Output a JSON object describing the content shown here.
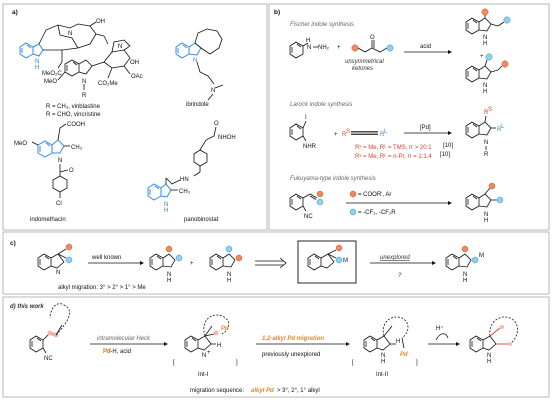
{
  "panels": {
    "a": {
      "label": "a)",
      "vinca_caption_1": "R = CH₃, vinblastine",
      "vinca_caption_2": "R = CHO, vincristine",
      "ibrindole": "ibrindole",
      "indomethacin": "indomethacin",
      "panobinostat": "panobinostat",
      "atoms": {
        "oh": "OH",
        "meo2c": "MeO₂C",
        "meo": "MeO",
        "n_r": "N",
        "r": "R",
        "co2me": "CO₂Me",
        "oac": "OAc",
        "oh2": "OH",
        "cooh": "COOH",
        "ch3": "CH₃",
        "cl": "Cl",
        "meo2": "MeO",
        "nhoh": "NHOH",
        "o": "O",
        "hn": "HN",
        "ch3b": "CH₃",
        "n_ib": "N",
        "n_ind": "N",
        "hn_pano": "HN"
      }
    },
    "b": {
      "label": "b)",
      "fischer_title": "Fischer indole synthesis",
      "fischer_nh2": "NH₂",
      "fischer_n": "N",
      "fischer_h": "H",
      "fischer_plus": "+",
      "fischer_ketones_1": "unsymmetrical",
      "fischer_ketones_2": "ketones",
      "fischer_acid": "acid",
      "larock_title": "Larock indole synthesis",
      "larock_i": "I",
      "larock_nhr": "NHR",
      "larock_pd": "[Pd]",
      "larock_rs": "R",
      "larock_rl": "R",
      "larock_line1": "Rˢ = Me, Rᴸ = TMS, rr > 20:1",
      "larock_ref1": "[10]",
      "larock_line2": "Rˢ = Me, Rᴸ = n-Pr, rr = 1:1.4",
      "larock_ref2": "[10]",
      "fuku_title": "Fukuyama-type indole synthesis",
      "fuku_nc": "NC",
      "fuku_orange": "= COOR', Ar",
      "fuku_blue": "= -CF₃, -CF₂R"
    },
    "c": {
      "label": "c)",
      "well_known": "well known",
      "alkyl_migration": "alkyl migration: 3° > 2° > 1° > Me",
      "unexplored": "unexplored",
      "question": "?",
      "m": "M"
    },
    "d": {
      "label": "d) this work",
      "intramolecular": "intramolecular Heck",
      "pd_h_acid": "Pd-H, acid",
      "pd_label": "Pd",
      "int1": "Int-I",
      "migration_label": "1,2-alkyl Pd migration",
      "prev_unexplored": "previously unexplored",
      "int2": "Int-II",
      "h_plus": "H⁺",
      "seq_prefix": "migration sequence:",
      "seq_highlight": "alkyl Pd",
      "seq_suffix": "> 3°, 2°, 1° alkyl",
      "nc": "NC"
    }
  },
  "colors": {
    "orange": "#f08a5d",
    "blue": "#8fd0f0",
    "red": "#d9412b",
    "bond_blue": "#2f8fe0",
    "gold": "#e08a2a"
  }
}
